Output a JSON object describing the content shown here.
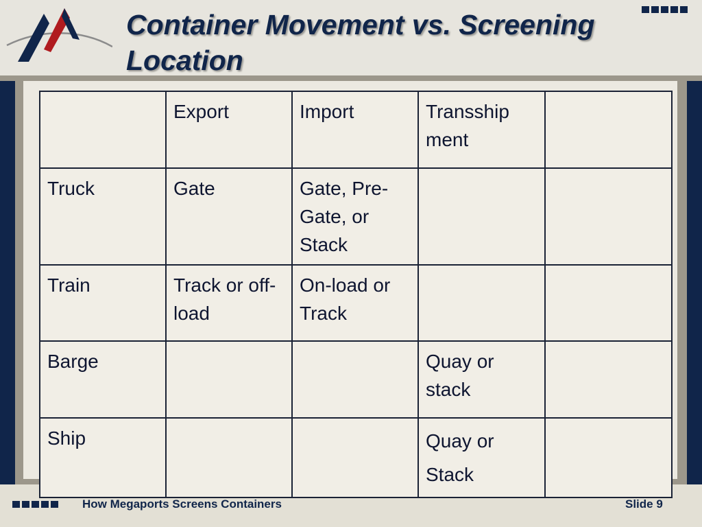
{
  "slide": {
    "title": "Container Movement vs. Screening Location",
    "footer_left": "How Megaports Screens Containers",
    "footer_right": "Slide 9"
  },
  "colors": {
    "navy": "#10254a",
    "logo_red": "#b01b1f",
    "panel": "#ece9e1",
    "rule_gray": "#9c978b"
  },
  "icons": {
    "logo": "megaports-peaks-logo",
    "dots": "square-dots"
  },
  "table": {
    "rows": [
      [
        "",
        "Export",
        "Import",
        "Transship ment",
        ""
      ],
      [
        "Truck",
        "Gate",
        "Gate, Pre-Gate, or Stack",
        "",
        ""
      ],
      [
        "Train",
        "Track or off-load",
        "On-load or Track",
        "",
        ""
      ],
      [
        "Barge",
        "",
        "",
        "Quay or stack",
        ""
      ],
      [
        "Ship",
        "",
        "",
        "Quay or Stack",
        ""
      ]
    ]
  }
}
